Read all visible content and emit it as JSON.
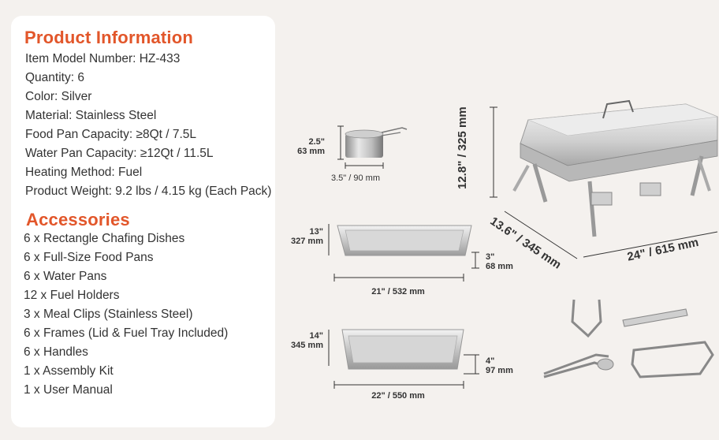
{
  "product_info": {
    "heading": "Product Information",
    "lines": [
      "Item Model Number: HZ-433",
      "Quantity: 6",
      "Color: Silver",
      "Material: Stainless Steel",
      "Food Pan Capacity: ≥8Qt / 7.5L",
      "Water Pan Capacity: ≥12Qt / 11.5L",
      "Heating Method: Fuel",
      "Product Weight: 9.2 lbs / 4.15 kg (Each Pack)"
    ]
  },
  "accessories": {
    "heading": "Accessories",
    "lines": [
      "6 x Rectangle Chafing Dishes",
      "6 x Full-Size Food Pans",
      "6 x Water Pans",
      "12 x Fuel Holders",
      "3 x Meal Clips (Stainless Steel)",
      "6 x Frames (Lid & Fuel Tray Included)",
      "6 x Handles",
      "1 x Assembly Kit",
      "1 x User Manual"
    ]
  },
  "dimensions": {
    "fuel_holder": {
      "height_in": "2.5\"",
      "height_mm": "63 mm",
      "width": "3.5\" / 90 mm"
    },
    "food_pan": {
      "depth_in": "13\"",
      "depth_mm": "327 mm",
      "height_in": "3\"",
      "height_mm": "68 mm",
      "width": "21\" / 532 mm"
    },
    "water_pan": {
      "depth_in": "14\"",
      "depth_mm": "345 mm",
      "height_in": "4\"",
      "height_mm": "97 mm",
      "width": "22\" / 550 mm"
    },
    "chafer": {
      "height": "12.8\" / 325 mm",
      "depth": "13.6\" / 345 mm",
      "width": "24\" / 615 mm"
    }
  }
}
